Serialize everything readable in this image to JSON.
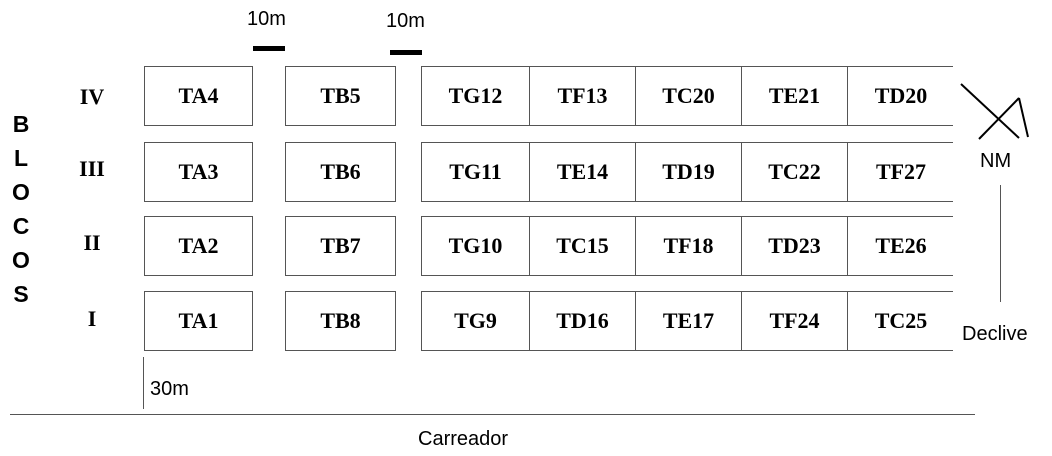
{
  "title_letters": [
    "B",
    "L",
    "O",
    "C",
    "O",
    "S"
  ],
  "scale_top_left": "10m",
  "scale_top_right": "10m",
  "scale_bottom": "30m",
  "north_label": "NM",
  "slope_label": "Declive",
  "road_label": "Carreador",
  "blocks": [
    {
      "label": "IV",
      "a": "TA4",
      "b": "TB5",
      "strip": [
        "TG12",
        "TF13",
        "TC20",
        "TE21",
        "TD20"
      ]
    },
    {
      "label": "III",
      "a": "TA3",
      "b": "TB6",
      "strip": [
        "TG11",
        "TE14",
        "TD19",
        "TC22",
        "TF27"
      ]
    },
    {
      "label": "II",
      "a": "TA2",
      "b": "TB7",
      "strip": [
        "TG10",
        "TC15",
        "TF18",
        "TD23",
        "TE26"
      ]
    },
    {
      "label": "I",
      "a": "TA1",
      "b": "TB8",
      "strip": [
        "TG9",
        "TD16",
        "TE17",
        "TF24",
        "TC25"
      ]
    }
  ]
}
